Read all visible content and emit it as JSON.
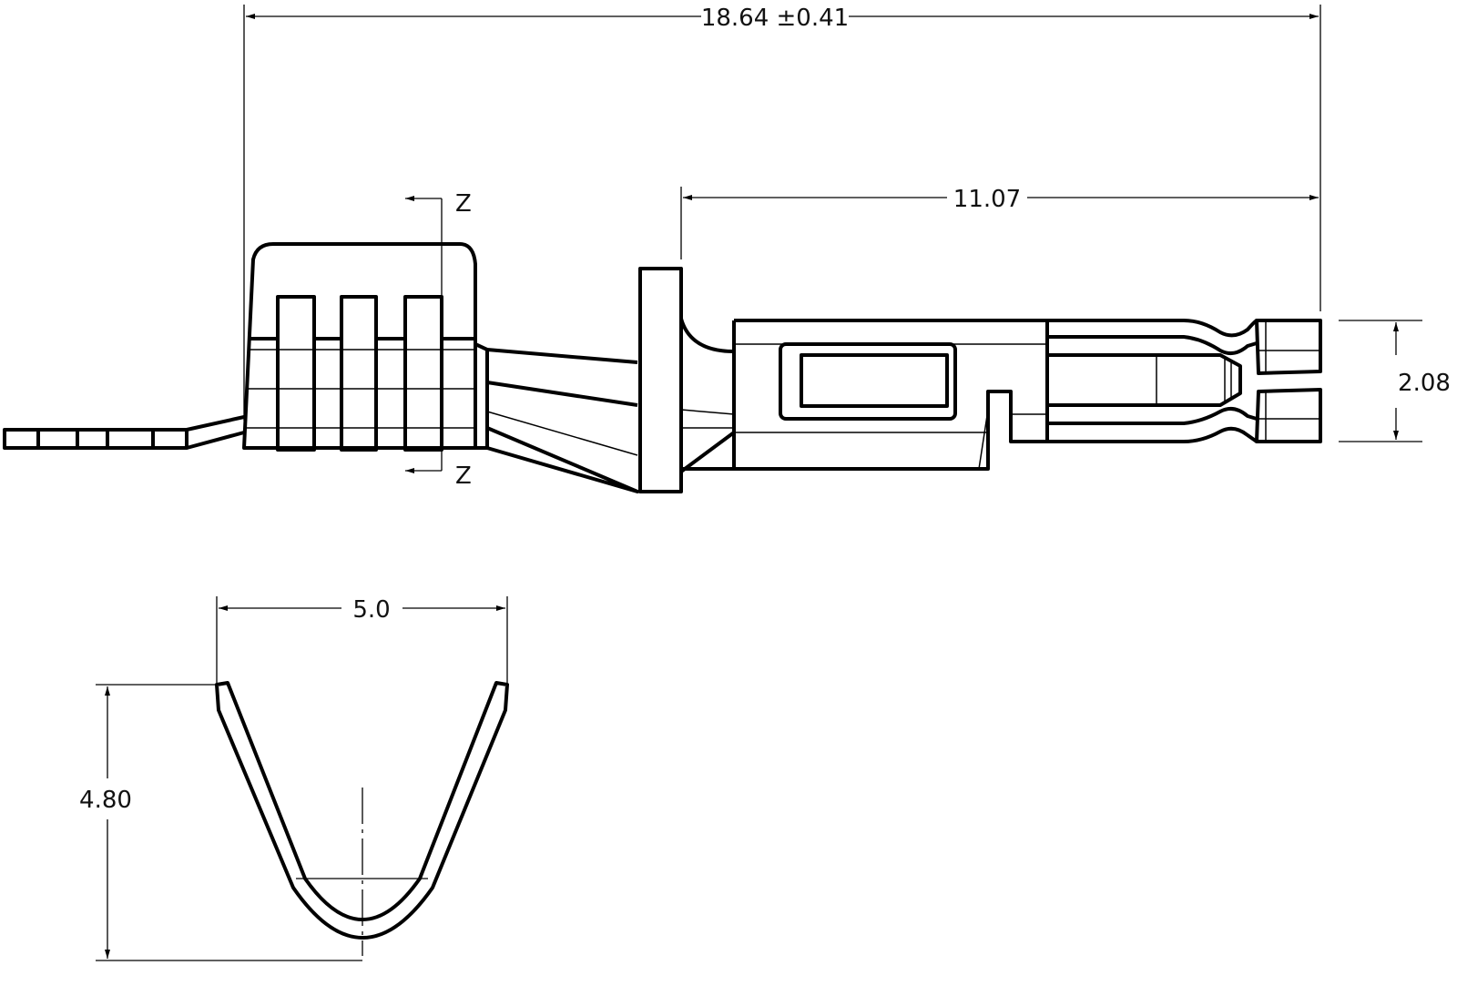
{
  "drawing": {
    "dimensions": {
      "overall_length": "18.64 ±0.41",
      "contact_length": "11.07",
      "contact_height": "2.08",
      "crimp_width": "5.0",
      "crimp_height": "4.80"
    },
    "section_markers": {
      "top": "Z",
      "bottom": "Z"
    }
  }
}
